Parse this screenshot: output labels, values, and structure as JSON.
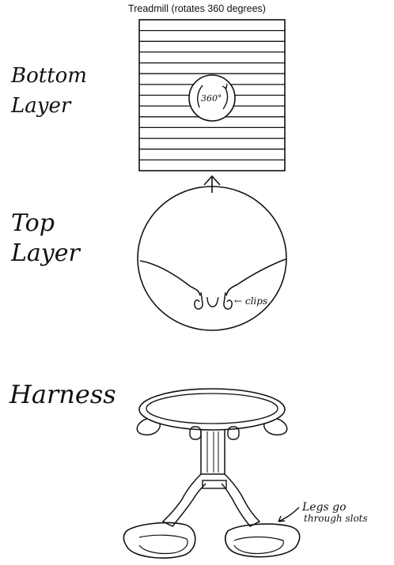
{
  "header": {
    "title": "Treadmill (rotates 360 degrees)"
  },
  "sections": [
    {
      "label_line1": "Bottom",
      "label_line2": "Layer"
    },
    {
      "label_line1": "Top",
      "label_line2": "Layer"
    },
    {
      "label_line1": "Harness"
    }
  ],
  "treadmill": {
    "rotation_label": "360°",
    "belt_line_count": 13
  },
  "top_layer": {
    "clips_label": "← clips"
  },
  "harness": {
    "annotation_line1": "Legs go",
    "annotation_line2": "through slots"
  },
  "colors": {
    "ink": "#111111",
    "background": "#ffffff"
  }
}
